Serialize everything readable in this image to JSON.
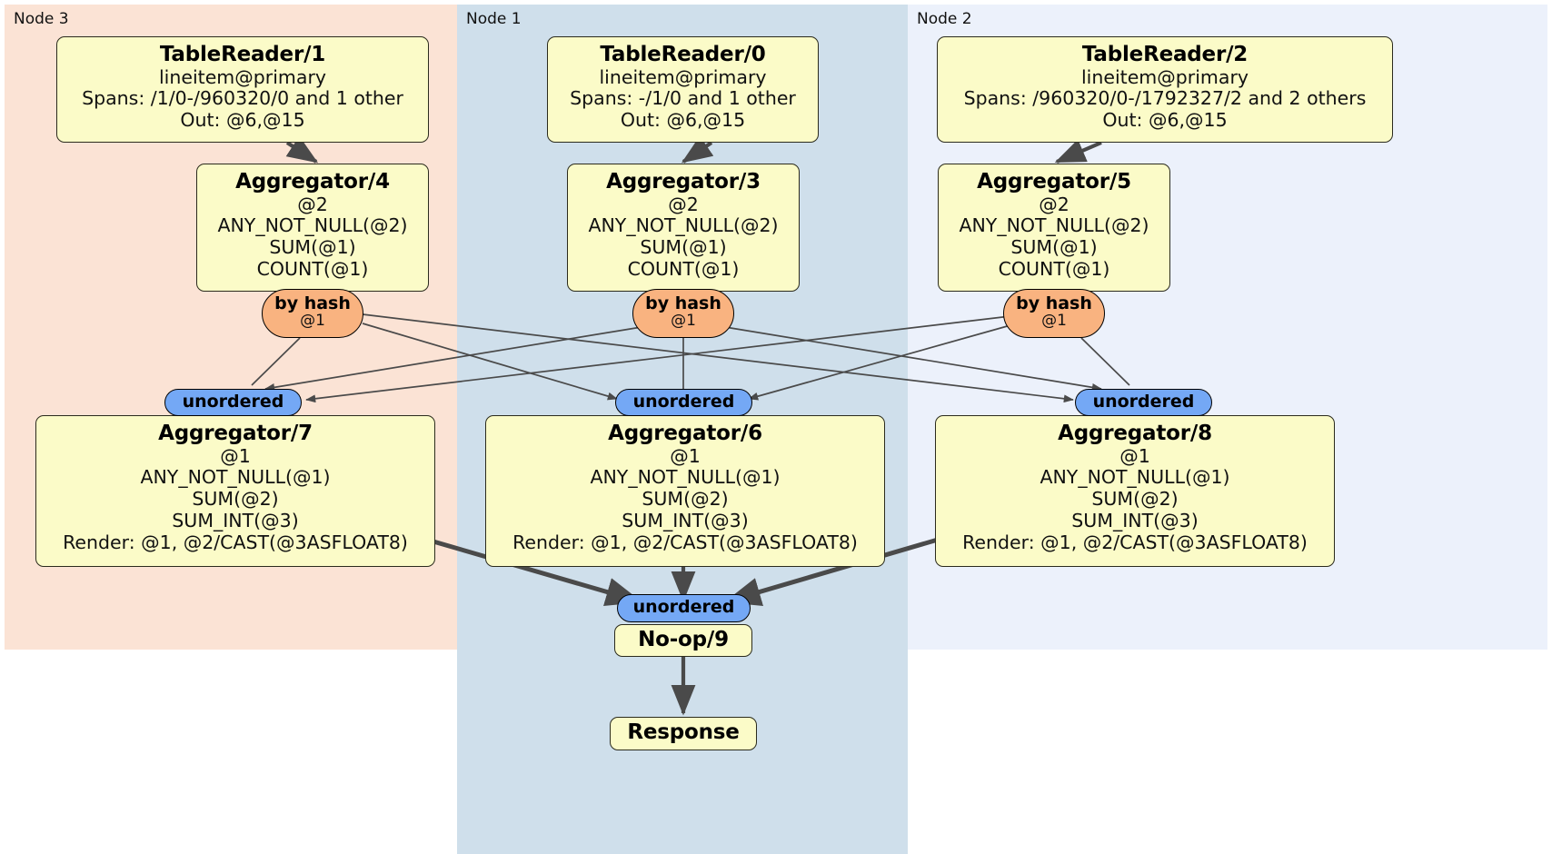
{
  "diagram": {
    "type": "distributed-query-plan",
    "colors": {
      "node3_panel": "#fbe3d5",
      "node1_panel": "#cfdfeb",
      "node2_panel": "#ecf1fb",
      "box_fill": "#fbfbc8",
      "box_border": "#2b2b1d",
      "hash_pill": "#f9b380",
      "unordered_pill": "#74a8f5",
      "edge": "#4a4a4a"
    }
  },
  "panels": [
    {
      "id": "node3",
      "label": "Node 3"
    },
    {
      "id": "node1",
      "label": "Node 1"
    },
    {
      "id": "node2",
      "label": "Node 2"
    }
  ],
  "boxes": {
    "tablereader1": {
      "title": "TableReader/1",
      "lines": [
        "lineitem@primary",
        "Spans: /1/0-/960320/0 and 1 other",
        "Out: @6,@15"
      ]
    },
    "tablereader0": {
      "title": "TableReader/0",
      "lines": [
        "lineitem@primary",
        "Spans: -/1/0 and 1 other",
        "Out: @6,@15"
      ]
    },
    "tablereader2": {
      "title": "TableReader/2",
      "lines": [
        "lineitem@primary",
        "Spans: /960320/0-/1792327/2 and 2 others",
        "Out: @6,@15"
      ]
    },
    "aggregator4": {
      "title": "Aggregator/4",
      "lines": [
        "@2",
        "ANY_NOT_NULL(@2)",
        "SUM(@1)",
        "COUNT(@1)"
      ]
    },
    "aggregator3": {
      "title": "Aggregator/3",
      "lines": [
        "@2",
        "ANY_NOT_NULL(@2)",
        "SUM(@1)",
        "COUNT(@1)"
      ]
    },
    "aggregator5": {
      "title": "Aggregator/5",
      "lines": [
        "@2",
        "ANY_NOT_NULL(@2)",
        "SUM(@1)",
        "COUNT(@1)"
      ]
    },
    "aggregator7": {
      "title": "Aggregator/7",
      "lines": [
        "@1",
        "ANY_NOT_NULL(@1)",
        "SUM(@2)",
        "SUM_INT(@3)",
        "Render: @1, @2/CAST(@3ASFLOAT8)"
      ]
    },
    "aggregator6": {
      "title": "Aggregator/6",
      "lines": [
        "@1",
        "ANY_NOT_NULL(@1)",
        "SUM(@2)",
        "SUM_INT(@3)",
        "Render: @1, @2/CAST(@3ASFLOAT8)"
      ]
    },
    "aggregator8": {
      "title": "Aggregator/8",
      "lines": [
        "@1",
        "ANY_NOT_NULL(@1)",
        "SUM(@2)",
        "SUM_INT(@3)",
        "Render: @1, @2/CAST(@3ASFLOAT8)"
      ]
    },
    "noop9": {
      "title": "No-op/9",
      "lines": []
    },
    "response": {
      "title": "Response",
      "lines": []
    }
  },
  "pills": {
    "byhash_left": {
      "line1": "by hash",
      "line2": "@1"
    },
    "byhash_center": {
      "line1": "by hash",
      "line2": "@1"
    },
    "byhash_right": {
      "line1": "by hash",
      "line2": "@1"
    },
    "unordered_left": {
      "line1": "unordered"
    },
    "unordered_center": {
      "line1": "unordered"
    },
    "unordered_right": {
      "line1": "unordered"
    },
    "unordered_final": {
      "line1": "unordered"
    }
  }
}
